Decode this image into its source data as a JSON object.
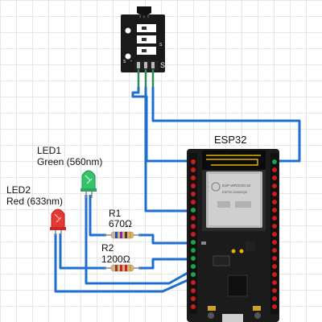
{
  "components": {
    "sensor_module": {
      "pin_label": "S",
      "small_label_top": "S",
      "minus_label": "-",
      "small_label_bottom": "S"
    },
    "esp32": {
      "title": "ESP32",
      "shield_text": [
        "ESP-WROOM-32",
        "ESP32-D0WDQ6"
      ]
    },
    "led1": {
      "name": "LED1",
      "desc": "Green (560nm)",
      "color": "#37c26c"
    },
    "led2": {
      "name": "LED2",
      "desc": "Red (633nm)",
      "color": "#e53935"
    },
    "r1": {
      "name": "R1",
      "value": "670Ω"
    },
    "r2": {
      "name": "R2",
      "value": "1200Ω"
    }
  },
  "colors": {
    "wire": "#1e6fd0",
    "sensor_wire": "#2e8b57",
    "board": "#1b1b1b",
    "pin_green": "#16a34a",
    "pin_red": "#c81e1e"
  }
}
